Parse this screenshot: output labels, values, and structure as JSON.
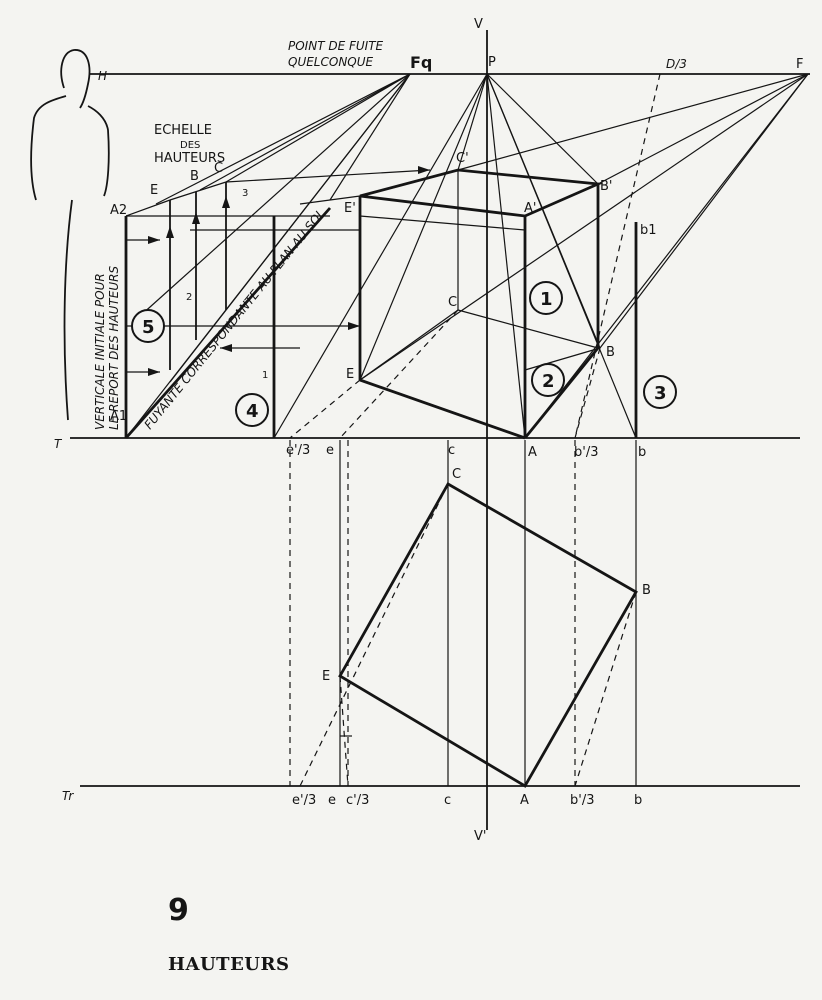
{
  "diagram": {
    "labels": {
      "vanishing_any": [
        "POINT DE FUITE",
        "QUELCONQUE"
      ],
      "fq": "Fq",
      "d3": "D/3",
      "f": "F",
      "p": "P",
      "v": "V",
      "v_prime": "V'",
      "h": "H",
      "t": "T",
      "tr": "Tr",
      "scale": [
        "ECHELLE",
        "DES",
        "HAUTEURS"
      ],
      "vertical_note": [
        "VERTICALE INITIALE POUR",
        "LE REPORT DES HAUTEURS"
      ],
      "fuyante_note": "FUYANTE CORRESPONDANTE AU PLAN AU SOL",
      "points_upper": {
        "E": "E",
        "B": "B",
        "C": "C",
        "A2": "A2",
        "A1": "A1",
        "C_prime": "C'",
        "B_prime": "B'",
        "A_prime": "A'",
        "E_prime": "E'",
        "b1": "b1",
        "C_mid": "C",
        "B_mid": "B",
        "E_mid": "E",
        "n1": "1",
        "n2": "2",
        "n3": "3"
      },
      "ground_line": {
        "e3": "e'/3",
        "e": "e",
        "c": "c",
        "A": "A",
        "b3": "b'/3",
        "b": "b"
      },
      "plan": {
        "C": "C",
        "B": "B",
        "E": "E"
      },
      "bottom_line": {
        "e3": "e'/3",
        "e": "e",
        "c3": "c'/3",
        "c": "c",
        "A": "A",
        "b3": "b'/3",
        "b": "b"
      },
      "circles": [
        "1",
        "2",
        "3",
        "4",
        "5"
      ]
    }
  },
  "figure": {
    "number": "9",
    "caption": "HAUTEURS"
  }
}
